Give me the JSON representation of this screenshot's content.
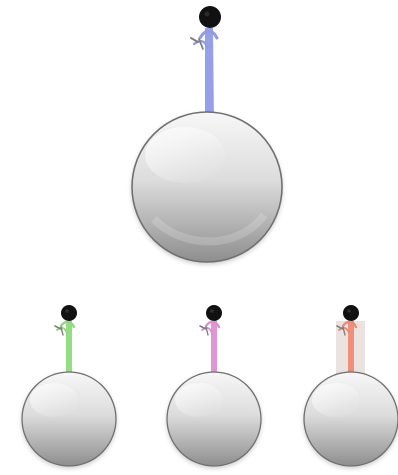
{
  "scene": {
    "background": "#ffffff",
    "knob_color": "#111111",
    "mirror_frame_color": "#6f6f6f",
    "mirror_gradient": [
      "#f5f5f5",
      "#d7d7d7",
      "#9a9a9a"
    ],
    "mirrors": [
      {
        "strap_color": "#8f9be6",
        "strap_fill": null,
        "size": "large"
      },
      {
        "strap_color": "#8ddb7b",
        "strap_fill": null,
        "size": "small"
      },
      {
        "strap_color": "#df8fd2",
        "strap_fill": null,
        "size": "small"
      },
      {
        "strap_color": "#f08a74",
        "strap_fill": "#e9e2dd",
        "size": "small"
      }
    ]
  }
}
